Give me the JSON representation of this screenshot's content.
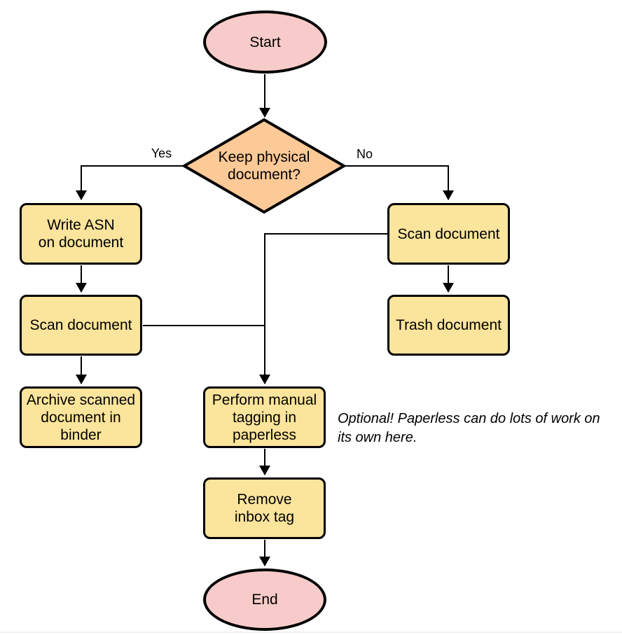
{
  "diagram": {
    "nodes": {
      "start": {
        "label": "Start",
        "type": "terminal"
      },
      "decision": {
        "label": "Keep physical\ndocument?",
        "type": "decision"
      },
      "write_asn": {
        "label": "Write ASN\non document",
        "type": "process"
      },
      "scan_left": {
        "label": "Scan document",
        "type": "process"
      },
      "archive": {
        "label": "Archive scanned\ndocument in\nbinder",
        "type": "process"
      },
      "scan_right": {
        "label": "Scan document",
        "type": "process"
      },
      "trash": {
        "label": "Trash document",
        "type": "process"
      },
      "tagging": {
        "label": "Perform manual\ntagging in\npaperless",
        "type": "process"
      },
      "remove_inbox": {
        "label": "Remove\ninbox tag",
        "type": "process"
      },
      "end": {
        "label": "End",
        "type": "terminal"
      }
    },
    "edge_labels": {
      "yes": "Yes",
      "no": "No"
    },
    "annotation": "Optional! Paperless can do lots of work on\nits own here.",
    "colors": {
      "terminal_fill": "#f7cbc9",
      "decision_fill": "#fdc997",
      "process_fill": "#fbe49b",
      "stroke": "#000000",
      "text": "#000000"
    }
  }
}
